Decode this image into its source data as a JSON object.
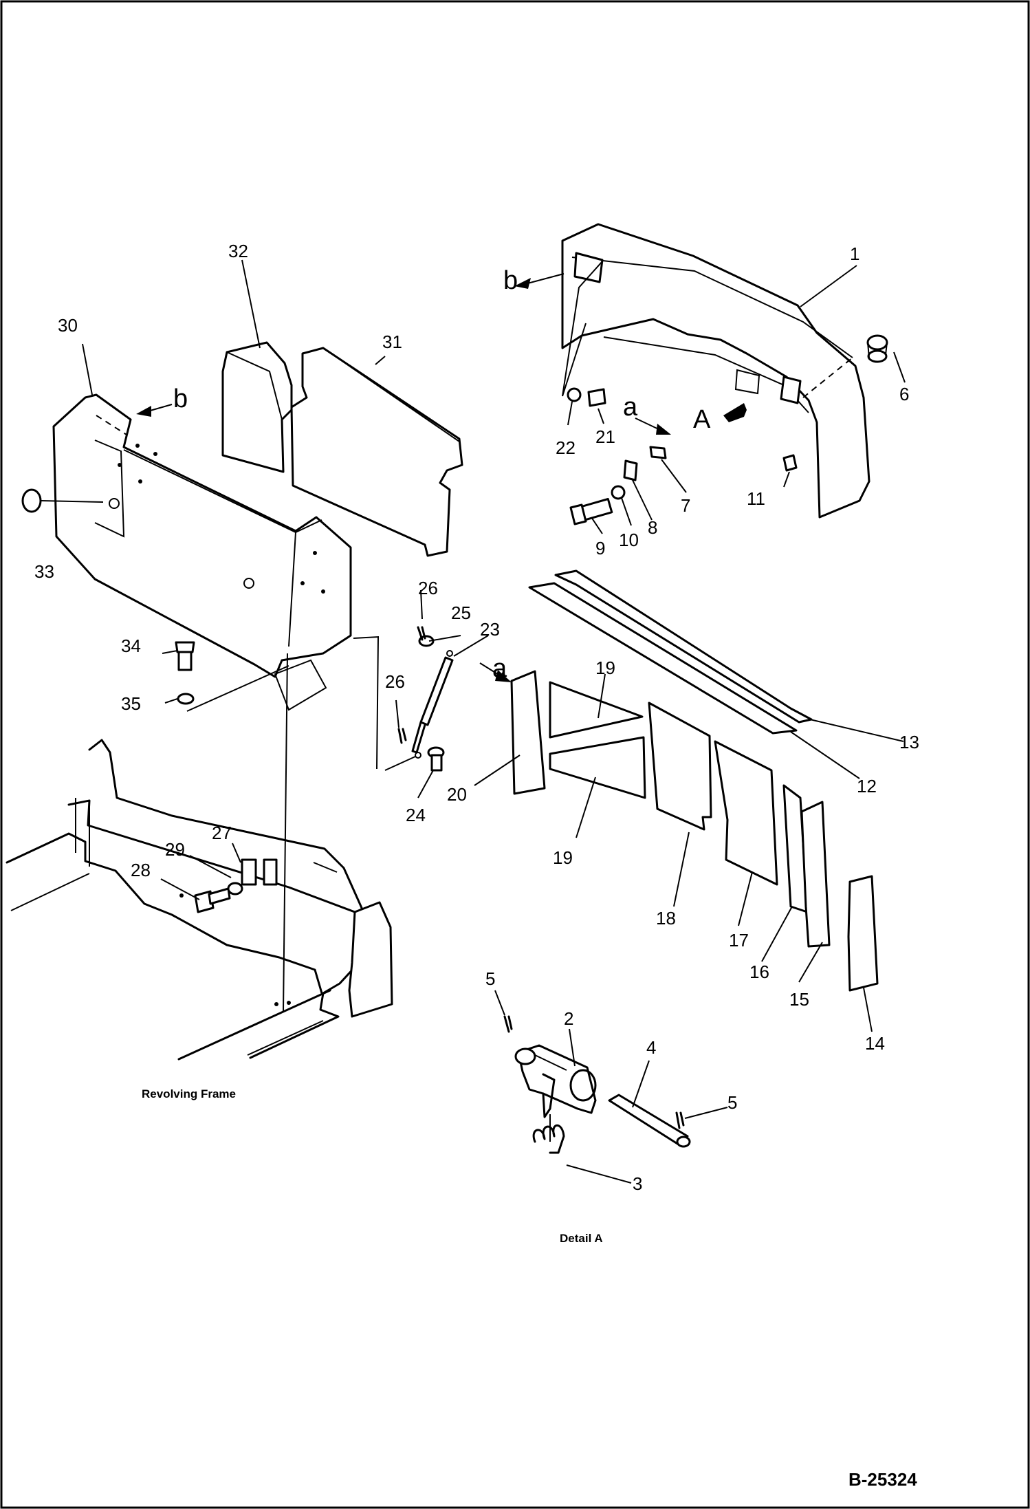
{
  "title_code": "B-25324",
  "captions": {
    "revolving_frame": "Revolving Frame",
    "detail": "Detail A"
  },
  "view_letters": {
    "b_top": "b",
    "b_left": "b",
    "a_top": "a",
    "a_mid": "a",
    "detail_A": "A"
  },
  "callouts": [
    {
      "id": "1",
      "label": "1"
    },
    {
      "id": "2",
      "label": "2"
    },
    {
      "id": "3",
      "label": "3"
    },
    {
      "id": "4",
      "label": "4"
    },
    {
      "id": "5a",
      "label": "5"
    },
    {
      "id": "5b",
      "label": "5"
    },
    {
      "id": "6",
      "label": "6"
    },
    {
      "id": "7",
      "label": "7"
    },
    {
      "id": "8",
      "label": "8"
    },
    {
      "id": "9",
      "label": "9"
    },
    {
      "id": "10",
      "label": "10"
    },
    {
      "id": "11",
      "label": "11"
    },
    {
      "id": "12",
      "label": "12"
    },
    {
      "id": "13",
      "label": "13"
    },
    {
      "id": "14",
      "label": "14"
    },
    {
      "id": "15",
      "label": "15"
    },
    {
      "id": "16",
      "label": "16"
    },
    {
      "id": "17",
      "label": "17"
    },
    {
      "id": "18",
      "label": "18"
    },
    {
      "id": "19a",
      "label": "19"
    },
    {
      "id": "19b",
      "label": "19"
    },
    {
      "id": "20",
      "label": "20"
    },
    {
      "id": "21",
      "label": "21"
    },
    {
      "id": "22",
      "label": "22"
    },
    {
      "id": "23",
      "label": "23"
    },
    {
      "id": "24",
      "label": "24"
    },
    {
      "id": "25",
      "label": "25"
    },
    {
      "id": "26a",
      "label": "26"
    },
    {
      "id": "26b",
      "label": "26"
    },
    {
      "id": "27",
      "label": "27"
    },
    {
      "id": "28",
      "label": "28"
    },
    {
      "id": "29",
      "label": "29"
    },
    {
      "id": "30",
      "label": "30"
    },
    {
      "id": "31",
      "label": "31"
    },
    {
      "id": "32",
      "label": "32"
    },
    {
      "id": "33",
      "label": "33"
    },
    {
      "id": "34",
      "label": "34"
    },
    {
      "id": "35",
      "label": "35"
    }
  ]
}
